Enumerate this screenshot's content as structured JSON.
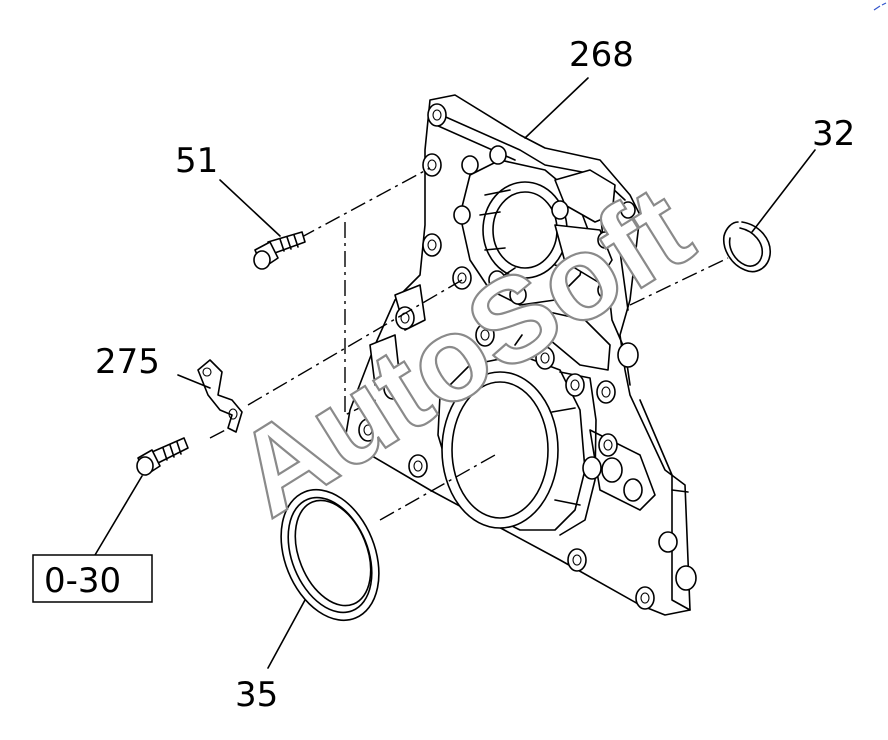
{
  "callouts": {
    "c268": "268",
    "c32": "32",
    "c51": "51",
    "c275": "275",
    "c030": "0-30",
    "c35": "35"
  },
  "watermark": "AutoSoft",
  "colors": {
    "line": "#000000",
    "watermark_stroke": "#8a8a8a",
    "background": "#ffffff"
  }
}
